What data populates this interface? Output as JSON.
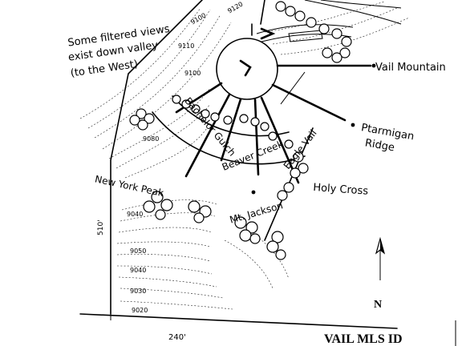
{
  "notes": {
    "filtered_views": [
      "Some filtered views",
      "exist down valley",
      "(to the West)"
    ]
  },
  "peaks": {
    "vail_mountain": "Vail Mountain",
    "ptarmigan_ridge": [
      "Ptarmigan",
      "Ridge"
    ],
    "holy_cross": "Holy Cross",
    "mt_jackson": "Mt. Jackson",
    "new_york_peak": "New York Peak"
  },
  "view_sectors": {
    "bachelor_gulch": "Bachelor Gulch",
    "beaver_creek": "Beaver Creek",
    "eagle_vail": "Eagle Vail"
  },
  "elevations": [
    "9120",
    "9100",
    "9110",
    "9100",
    "9080",
    "9040",
    "9050",
    "9040",
    "9030",
    "9020"
  ],
  "dimensions": {
    "frontage": "240'",
    "side": "510'"
  },
  "north_label": "N",
  "footer": {
    "mls_label": "VAIL MLS ID"
  },
  "colors": {
    "ink": "#000000",
    "paper": "#ffffff"
  }
}
